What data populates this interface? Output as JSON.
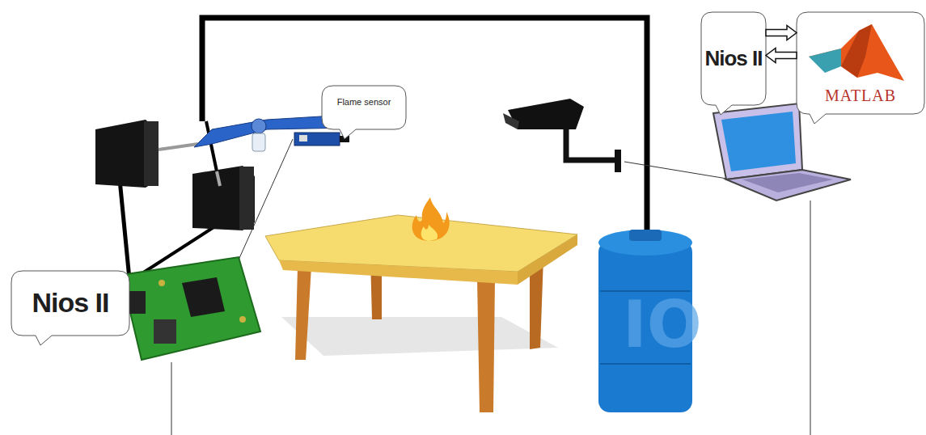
{
  "diagram": {
    "nodes": [
      {
        "text": [
          "Nios II"
        ]
      },
      {
        "text": [
          "MATLAB"
        ]
      },
      {
        "text": [
          "Flame sensor"
        ]
      },
      {
        "text": [
          "Nios II"
        ]
      }
    ],
    "edges": [
      {
        "from": 0,
        "to": 1,
        "arrow": "to"
      },
      {
        "from": 1,
        "to": 0,
        "arrow": "to"
      }
    ],
    "labels": [
      "IO"
    ]
  }
}
